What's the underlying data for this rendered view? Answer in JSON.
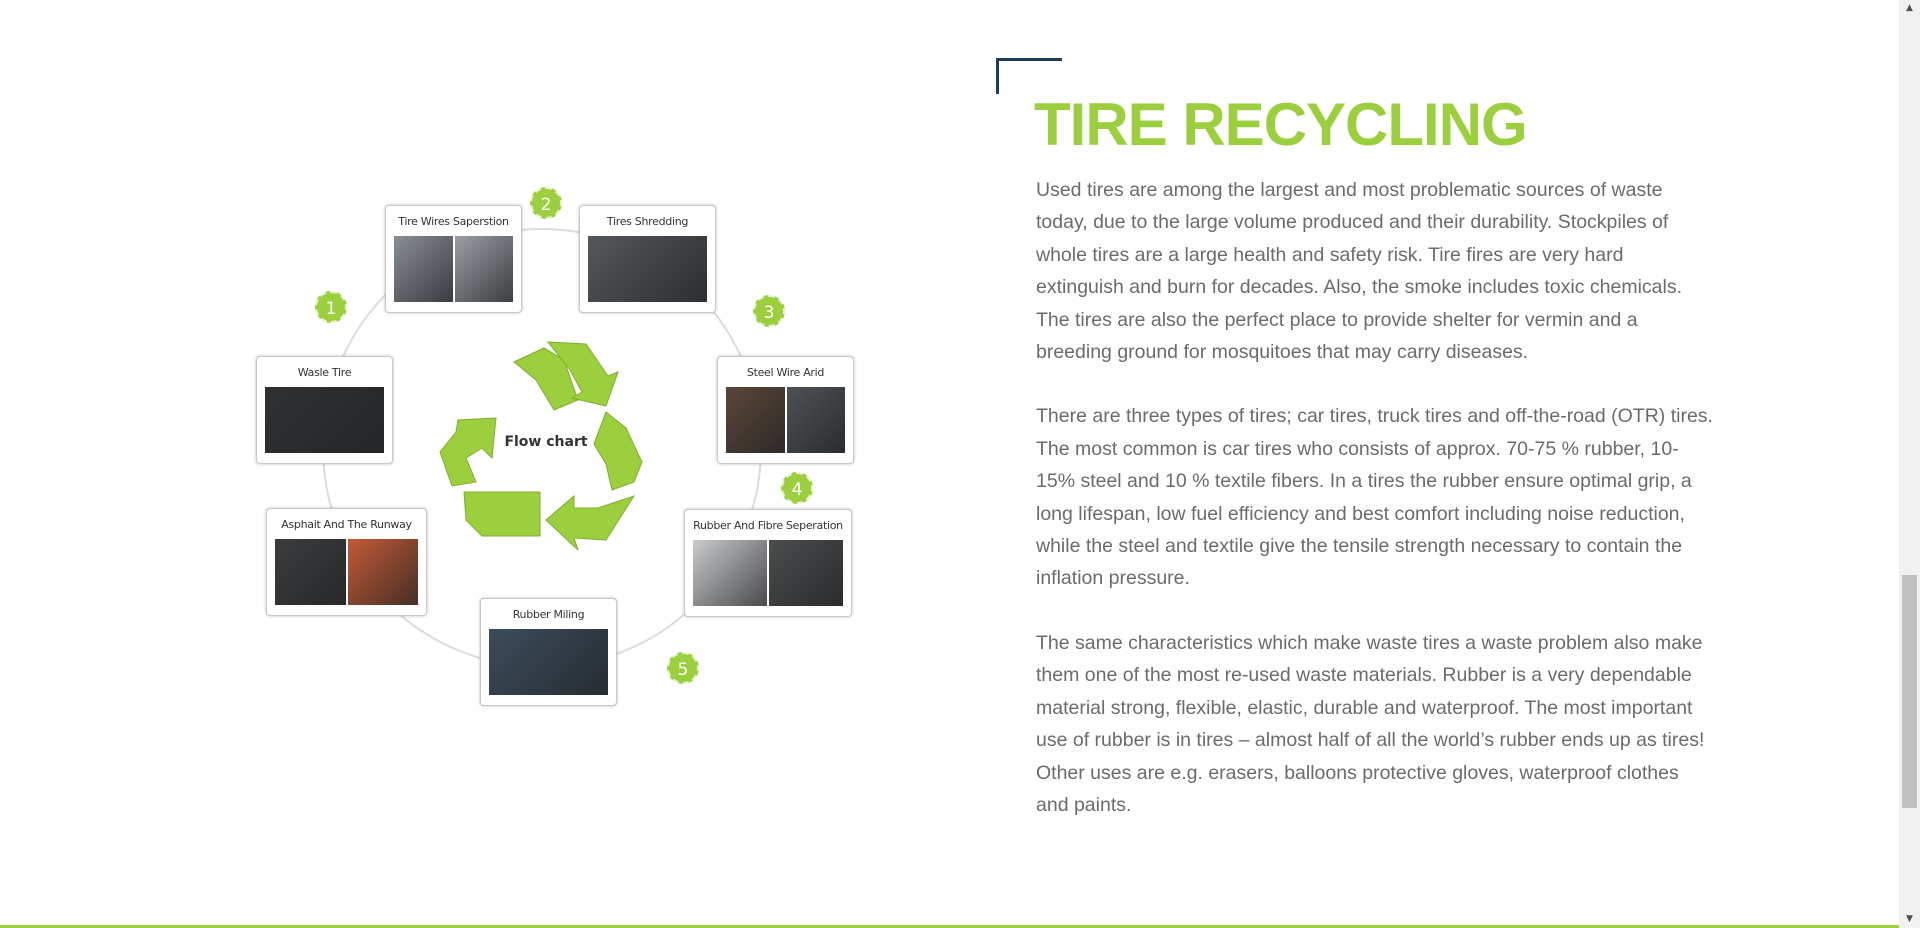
{
  "section": {
    "title": "TIRE RECYCLING",
    "paragraphs": [
      "Used tires are among the largest and most problematic sources of waste today, due to the large volume produced and their durability. Stockpiles of whole tires are a large health and safety risk. Tire fires are very hard extinguish and burn for decades. Also, the smoke includes toxic chemicals. The tires are also the perfect place to provide shelter for vermin and a breeding ground for mosquitoes that may carry diseases.",
      "There are three types of tires; car tires, truck tires and off-the-road (OTR) tires. The most common is car tires who consists of approx. 70-75 % rubber, 10-15% steel and 10 % textile fibers. In a tires the rubber ensure optimal grip, a long lifespan, low fuel efficiency and best comfort including noise reduction, while the steel and textile give the tensile strength necessary to contain the inflation pressure.",
      "The same characteristics which make waste tires a waste problem also make them one of the most re-used waste materials. Rubber is a very dependable material strong, flexible, elastic, durable and waterproof. The most important use of rubber is in tires – almost half of all the world’s rubber ends up as tires! Other uses are e.g. erasers, balloons protective gloves, waterproof clothes and paints."
    ]
  },
  "flowchart": {
    "center_label": "Flow chart",
    "stages": [
      {
        "label": "Tire Wires Saperstion",
        "photo_colors": [
          "#8a8f96",
          "#9a9ea3"
        ]
      },
      {
        "label": "Tires Shredding",
        "photo_colors": [
          "#55585b"
        ]
      },
      {
        "label": "Steel Wire Arid",
        "photo_colors": [
          "#5a4638",
          "#4d5256"
        ]
      },
      {
        "label": "Rubber And Fibre Seperation",
        "photo_colors": [
          "#c9cbcd",
          "#4a4c4e"
        ]
      },
      {
        "label": "Rubber Miling",
        "photo_colors": [
          "#3c4c5c"
        ]
      },
      {
        "label": "Asphait And The Runway",
        "photo_colors": [
          "#3a3c3e",
          "#c45a35"
        ]
      },
      {
        "label": "Wasle Tire",
        "photo_colors": [
          "#2f3133"
        ]
      }
    ],
    "step_numbers": [
      "1",
      "2",
      "3",
      "4",
      "5"
    ]
  },
  "colors": {
    "accent": "#9ccf3e",
    "corner": "#1f3b5a",
    "body_text": "#6b6b6b"
  },
  "scrollbar": {
    "up_icon": "triangle-up-icon",
    "down_icon": "triangle-down-icon"
  }
}
